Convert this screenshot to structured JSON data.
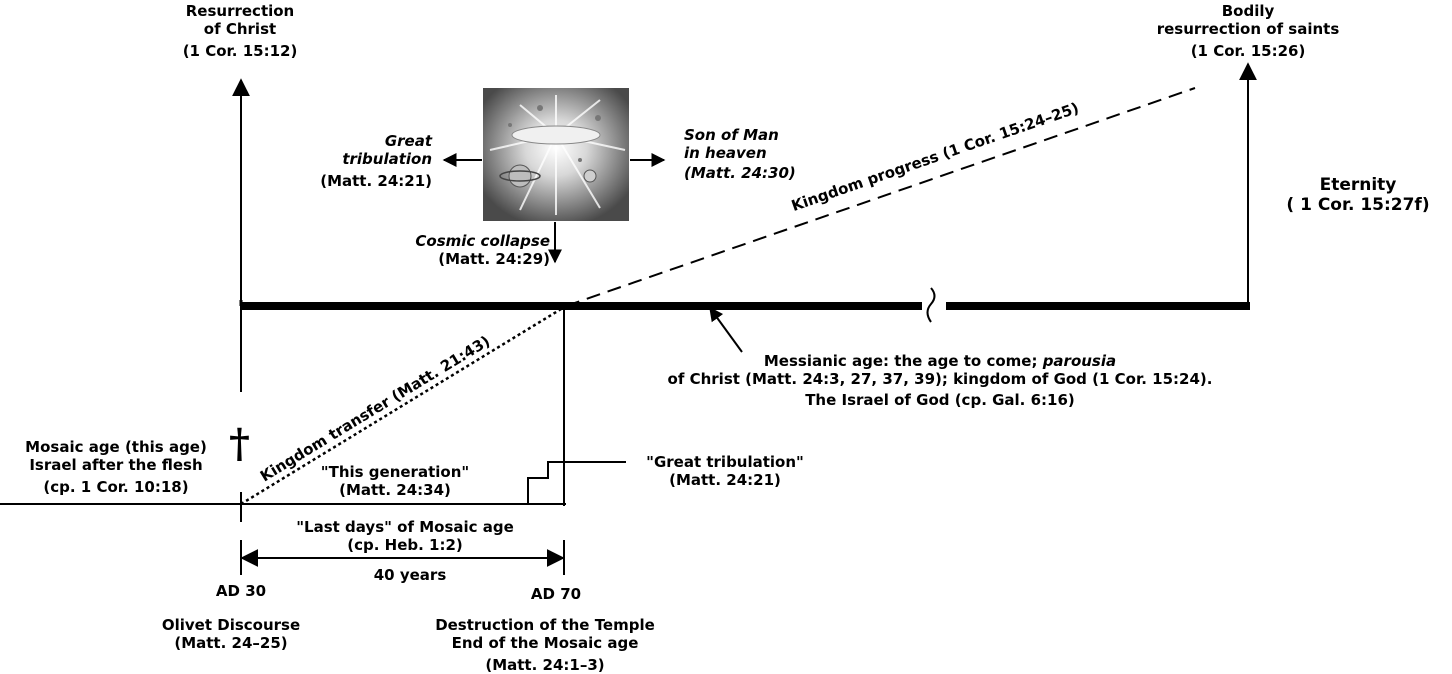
{
  "labels": {
    "resurrection_christ": [
      "Resurrection",
      "of Christ",
      "(1 Cor. 15:12)"
    ],
    "bodily_resurrection": [
      "Bodily",
      "resurrection of saints",
      "(1 Cor. 15:26)"
    ],
    "eternity": [
      "Eternity",
      "( 1 Cor. 15:27f)"
    ],
    "great_tribulation_left": [
      "Great",
      "tribulation",
      "(Matt. 24:21)"
    ],
    "son_of_man": [
      "Son of Man",
      "in heaven",
      "(Matt. 24:30)"
    ],
    "cosmic_collapse": [
      "Cosmic collapse",
      "(Matt. 24:29)"
    ],
    "kingdom_progress": "Kingdom progress (1 Cor. 15:24–25)",
    "kingdom_transfer": "Kingdom transfer (Matt. 21:43)",
    "messianic_age": {
      "line1_prefix": "Messianic age: the age to come; ",
      "line1_italic": "parousia",
      "line2": "of Christ (Matt. 24:3, 27, 37, 39); kingdom of God (1 Cor. 15:24).",
      "line3": "The Israel of God (cp. Gal. 6:16)"
    },
    "mosaic_age": [
      "Mosaic age (this age)",
      "Israel after the flesh",
      "(cp. 1 Cor. 10:18)"
    ],
    "this_generation": [
      "\"This generation\"",
      "(Matt. 24:34)"
    ],
    "great_tribulation_right": [
      "\"Great tribulation\"",
      "(Matt. 24:21)"
    ],
    "last_days": [
      "\"Last days\" of Mosaic age",
      "(cp. Heb. 1:2)"
    ],
    "forty_years": "40 years",
    "ad30": "AD 30",
    "ad70": "AD 70",
    "olivet": [
      "Olivet Discourse",
      "(Matt. 24–25)"
    ],
    "destruction": [
      "Destruction of the Temple",
      "End of the Mosaic age",
      "(Matt. 24:1–3)"
    ]
  },
  "icons": {
    "cross": "†",
    "cosmic_image": "cosmic-collapse-image"
  }
}
